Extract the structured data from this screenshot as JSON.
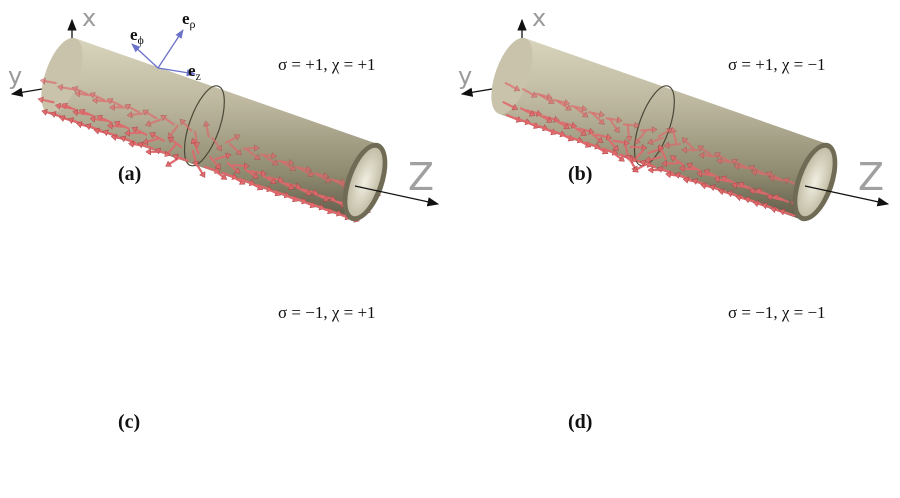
{
  "axes": {
    "x": "x",
    "y": "y",
    "z": "Z"
  },
  "basis": {
    "e_rho": {
      "main": "e",
      "sub": "ρ"
    },
    "e_phi": {
      "main": "e",
      "sub": "ϕ"
    },
    "e_z": {
      "main": "e",
      "sub": "z"
    }
  },
  "colors": {
    "tube": "#b9b49a",
    "tube_dark": "#7f7b63",
    "inner": "#e8e5d4",
    "arrow": "#e0686b",
    "arrow_dark": "#a73d42",
    "axis": "#111111",
    "basis": "#6a72c9"
  },
  "panels": [
    {
      "label": "(a)",
      "params": "σ = +1,  χ = +1",
      "sigma": 1,
      "chi": 1,
      "basis": true
    },
    {
      "label": "(b)",
      "params": "σ = +1,  χ = −1",
      "sigma": 1,
      "chi": -1,
      "basis": false
    },
    {
      "label": "(c)",
      "params": "σ = −1,  χ = +1",
      "sigma": -1,
      "chi": 1,
      "basis": false
    },
    {
      "label": "(d)",
      "params": "σ = −1,  χ = −1",
      "sigma": -1,
      "chi": -1,
      "basis": false
    }
  ]
}
